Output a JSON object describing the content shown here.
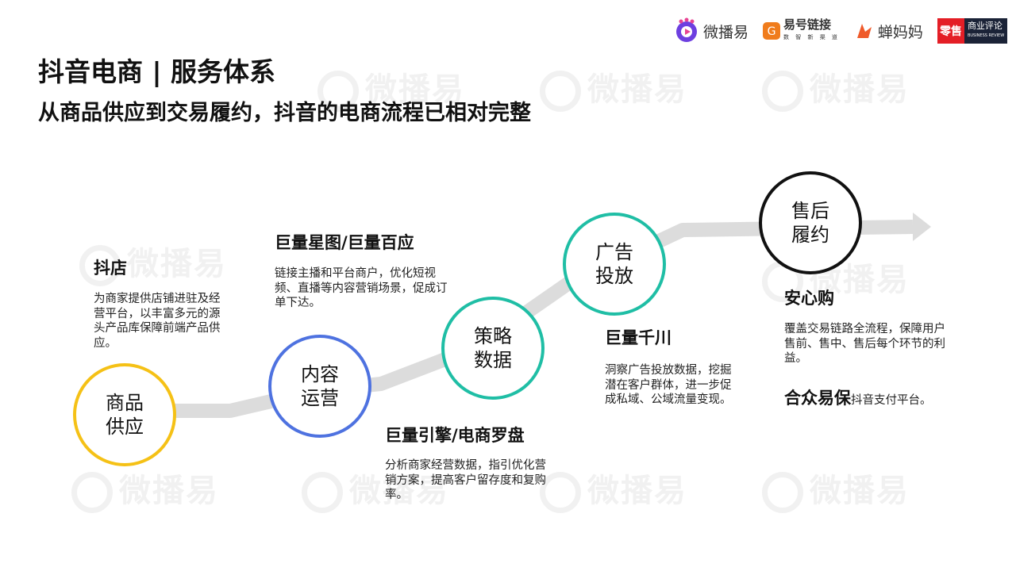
{
  "header": {
    "title": "抖音电商 | 服务体系",
    "subtitle": "从商品供应到交易履约，抖音的电商流程已相对完整"
  },
  "logos": {
    "weiboyi": "微播易",
    "yihao": "易号链接",
    "yihao_sub": "数 智 新 渠 道",
    "chanmama": "蝉妈妈",
    "lingshou_mark": "零售",
    "lingshou": "商业评论",
    "lingshou_sub": "BUSINESS REVIEW"
  },
  "watermark": "微播易",
  "nodes": [
    {
      "label": "商品\n供应",
      "color": "#f5c116"
    },
    {
      "label": "内容\n运营",
      "color": "#4e72e0"
    },
    {
      "label": "策略\n数据",
      "color": "#1fbea5"
    },
    {
      "label": "广告\n投放",
      "color": "#1fbea5"
    },
    {
      "label": "售后\n履约",
      "color": "#111111"
    }
  ],
  "sections": {
    "doudian": {
      "title": "抖店",
      "desc": "为商家提供店铺进驻及经营平台，以丰富多元的源头产品库保障前端产品供应。"
    },
    "xingtu": {
      "title": "巨量星图/巨量百应",
      "desc": "链接主播和平台商户，优化短视频、直播等内容营销场景，促成订单下达。"
    },
    "yinqing": {
      "title": "巨量引擎/电商罗盘",
      "desc": "分析商家经营数据，指引优化营销方案，提高客户留存度和复购率。"
    },
    "qianchuan": {
      "title": "巨量千川",
      "desc": "洞察广告投放数据，挖掘潜在客户群体，进一步促成私域、公域流量变现。"
    },
    "anxin": {
      "title": "安心购",
      "desc": "覆盖交易链路全流程，保障用户售前、售中、售后每个环节的利益。"
    },
    "hezhong": {
      "title": "合众易保",
      "desc": "抖音支付平台。"
    }
  },
  "colors": {
    "path": "#dcdcdc",
    "text": "#111111"
  }
}
